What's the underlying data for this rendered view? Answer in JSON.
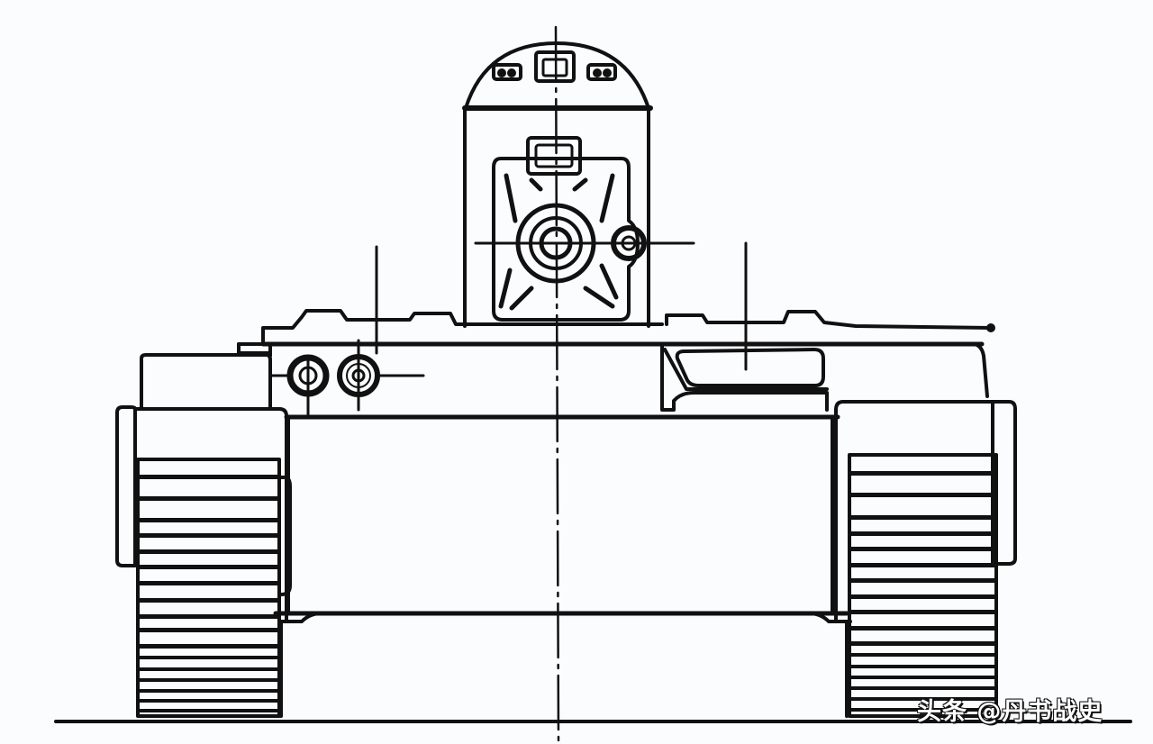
{
  "diagram": {
    "subject": "Tank front elevation line drawing",
    "stroke_color": "#111111",
    "background_color": "#fbfcfe",
    "components": [
      "turret-dome",
      "turret-body",
      "gun-mantlet",
      "main-gun-bore",
      "coaxial-port",
      "periscope",
      "hull-upper-deck",
      "hull-front-plate",
      "hull-lower-plate",
      "left-track",
      "right-track",
      "left-fender",
      "right-fender",
      "headlights",
      "engine-deck-box",
      "ground-line",
      "centerline"
    ]
  },
  "watermark": {
    "text": "头条 @丹书战史"
  }
}
